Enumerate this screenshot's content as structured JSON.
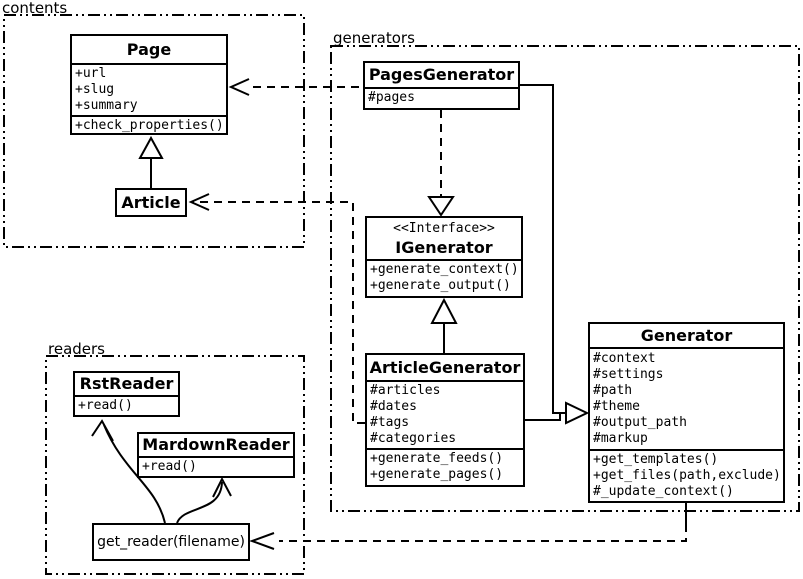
{
  "packages": {
    "contents": {
      "label": "contents"
    },
    "generators": {
      "label": "generators"
    },
    "readers": {
      "label": "readers"
    }
  },
  "classes": {
    "page": {
      "title": "Page",
      "attributes": [
        "+url",
        "+slug",
        "+summary"
      ],
      "methods": [
        "+check_properties()"
      ]
    },
    "article": {
      "title": "Article"
    },
    "pages_generator": {
      "title": "PagesGenerator",
      "attributes": [
        "#pages"
      ]
    },
    "igenerator": {
      "stereotype": "<<Interface>>",
      "title": "IGenerator",
      "methods": [
        "+generate_context()",
        "+generate_output()"
      ]
    },
    "article_generator": {
      "title": "ArticleGenerator",
      "attributes": [
        "#articles",
        "#dates",
        "#tags",
        "#categories"
      ],
      "methods": [
        "+generate_feeds()",
        "+generate_pages()"
      ]
    },
    "generator": {
      "title": "Generator",
      "attributes": [
        "#context",
        "#settings",
        "#path",
        "#theme",
        "#output_path",
        "#markup"
      ],
      "methods": [
        "+get_templates()",
        "+get_files(path,exclude)",
        "#_update_context()"
      ]
    },
    "rst_reader": {
      "title": "RstReader",
      "methods": [
        "+read()"
      ]
    },
    "mardown_reader": {
      "title": "MardownReader",
      "methods": [
        "+read()"
      ]
    },
    "get_reader": {
      "label": "get_reader(filename)"
    }
  },
  "colors": {
    "line": "#000000",
    "background": "#ffffff"
  }
}
